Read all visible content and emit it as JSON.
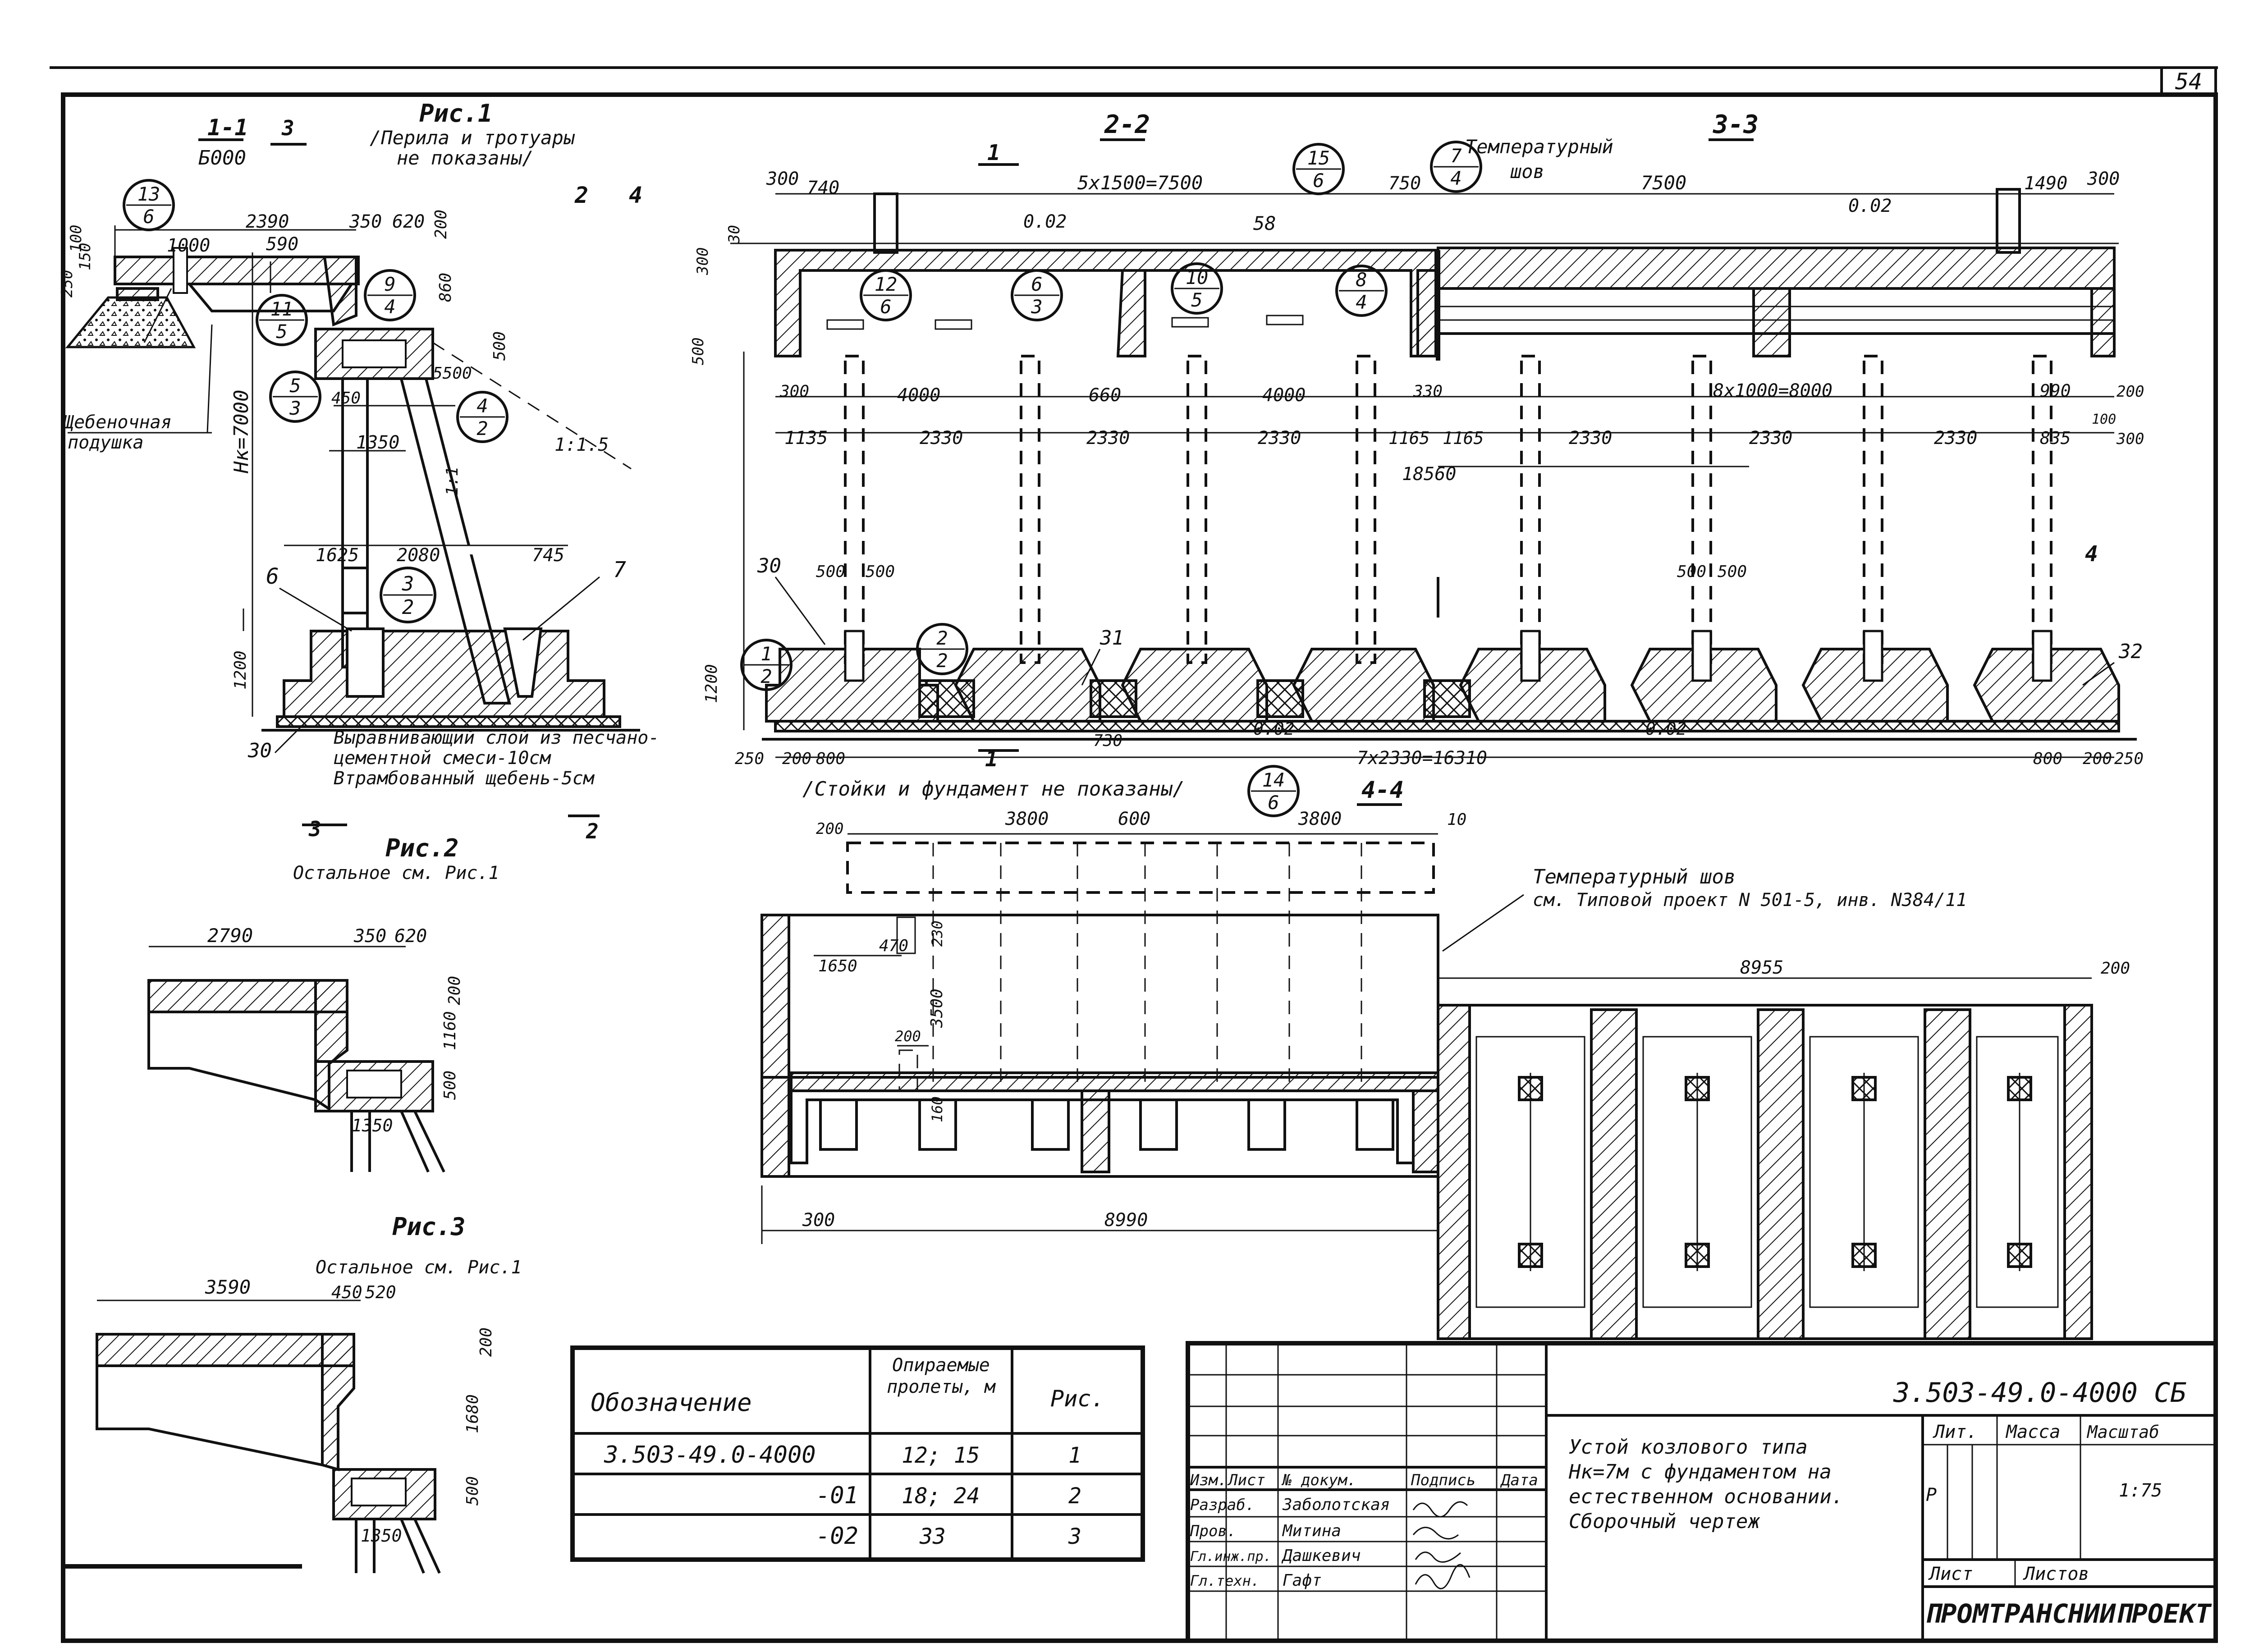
{
  "sheet": {
    "sheet_no": "54",
    "code": "3.503-49.0-4000 СБ",
    "title_lines": [
      "Устой козлового типа",
      "Hк=7м с фундаментом на",
      "естественном основании.",
      "Сборочный чертеж"
    ],
    "org": "ПРОМТРАНСНИИПРОЕКТ",
    "scale": "1:75",
    "stage": "Р",
    "labels": {
      "lit": "Лит.",
      "massa": "Масса",
      "masshtab": "Масштаб",
      "list": "Лист",
      "listov": "Листов"
    }
  },
  "stamp": {
    "headers": [
      "Изм.",
      "Лист",
      "№ докум.",
      "Подпись",
      "Дата"
    ],
    "rows": [
      {
        "role": "Разраб.",
        "name": "Заболотская"
      },
      {
        "role": "Пров.",
        "name": "Митина"
      },
      {
        "role": "Гл.инж.пр.",
        "name": "Дашкевич"
      },
      {
        "role": "Гл.техн.",
        "name": "Гафт"
      }
    ]
  },
  "spec_table": {
    "headers": [
      "Обозначение",
      "Опираемые пролеты, м",
      "Рис."
    ],
    "rows": [
      [
        "3.503-49.0-4000",
        "12; 15",
        "1"
      ],
      [
        "-01",
        "18; 24",
        "2"
      ],
      [
        "-02",
        "33",
        "3"
      ]
    ]
  },
  "fig1": {
    "title": "Рис.1",
    "note1": "/Перила и тротуары",
    "note2": "не показаны/",
    "section": "1-1",
    "section_sub": "Б000",
    "cut_3": "3",
    "cut_2": "2",
    "cut_4": "4",
    "dims": {
      "d2390": "2390",
      "d1000": "1000",
      "d590": "590",
      "d350": "350",
      "d620": "620",
      "d200": "200",
      "d860": "860",
      "d500": "500",
      "d150": "150",
      "d100": "100",
      "d250": "250",
      "d450": "450",
      "d1350": "1350",
      "d5500": "5500",
      "d1625": "1625",
      "d2080": "2080",
      "d745": "745",
      "d1200": "1200",
      "slope": "1:1.5",
      "slope2": "1:1"
    },
    "h_label": "Hк=7000",
    "callouts": [
      [
        "13",
        "6"
      ],
      [
        "11",
        "5"
      ],
      [
        "9",
        "4"
      ],
      [
        "5",
        "3"
      ],
      [
        "4",
        "2"
      ],
      [
        "3",
        "2"
      ]
    ],
    "pos6": "6",
    "pos7": "7",
    "pos30": "30",
    "gravel": "Щебеночная",
    "gravel2": "подушка",
    "layer1": "Выравнивающий слой из песчано-",
    "layer2": "цементной смеси-10см",
    "layer3": "Втрамбованный щебень-5см"
  },
  "fig2": {
    "title": "Рис.2",
    "note": "Остальное см. Рис.1",
    "dims": {
      "d2790": "2790",
      "d350": "350",
      "d620": "620",
      "d200": "200",
      "d1160": "1160",
      "d500": "500",
      "d1350": "1350"
    }
  },
  "fig3": {
    "title": "Рис.3",
    "note": "Остальное см. Рис.1",
    "dims": {
      "d3590": "3590",
      "d450": "450",
      "d520": "520",
      "d200": "200",
      "d1680": "1680",
      "d500": "500",
      "d1350": "1350"
    }
  },
  "section22": {
    "title": "2-2",
    "dims": {
      "d300": "300",
      "d740": "740",
      "d5x1500": "5x1500=7500",
      "d750": "750",
      "d0_02": "0.02",
      "d30": "30",
      "d300b": "300",
      "d500": "500",
      "d4000": "4000",
      "d660": "660",
      "d330": "330",
      "d1135": "1135",
      "d2330": "2330",
      "d1165": "1165",
      "d18560": "18560",
      "d500a": "500",
      "d500b": "500",
      "d1200": "1200",
      "d250": "250",
      "d200": "200",
      "d800": "800",
      "d730": "730",
      "d7x2330": "7x2330=16310",
      "d0_02b": "0.02"
    },
    "pos58": "58",
    "pos30": "30",
    "pos31": "31",
    "callouts": [
      [
        "15",
        "6"
      ],
      [
        "7",
        "4"
      ],
      [
        "12",
        "6"
      ],
      [
        "6",
        "3"
      ],
      [
        "10",
        "5"
      ],
      [
        "8",
        "4"
      ],
      [
        "1",
        "2"
      ],
      [
        "2",
        "2"
      ]
    ],
    "cut1": "1",
    "note": "/Стойки и фундамент не показаны/",
    "thermal": "Температурный",
    "thermal2": "шов"
  },
  "section33": {
    "title": "3-3",
    "dims": {
      "d7500": "7500",
      "d1490": "1490",
      "d300": "300",
      "d0_02": "0.02",
      "d8x1000": "8x1000=8000",
      "d990": "990",
      "d200": "200",
      "d100": "100",
      "d835": "835",
      "d300b": "300",
      "d2330": "2330",
      "d1165": "1165",
      "d500": "500",
      "d800": "800",
      "d200b": "200",
      "d250": "250",
      "d0_02b": "0.02"
    },
    "pos32": "32",
    "cut4": "4"
  },
  "section44": {
    "title": "4-4",
    "callout": [
      "14",
      "6"
    ],
    "dims": {
      "d3800a": "3800",
      "d600": "600",
      "d3800b": "3800",
      "d10": "10",
      "d200": "200",
      "d1650": "1650",
      "d470": "470",
      "d230": "230",
      "d3500": "3500",
      "d200b": "200",
      "d160": "160",
      "d300": "300",
      "d8990": "8990",
      "d8955": "8955",
      "d200c": "200"
    },
    "thermal1": "Температурный шов",
    "thermal2": "см. Типовой проект N 501-5, инв. N384/11"
  }
}
